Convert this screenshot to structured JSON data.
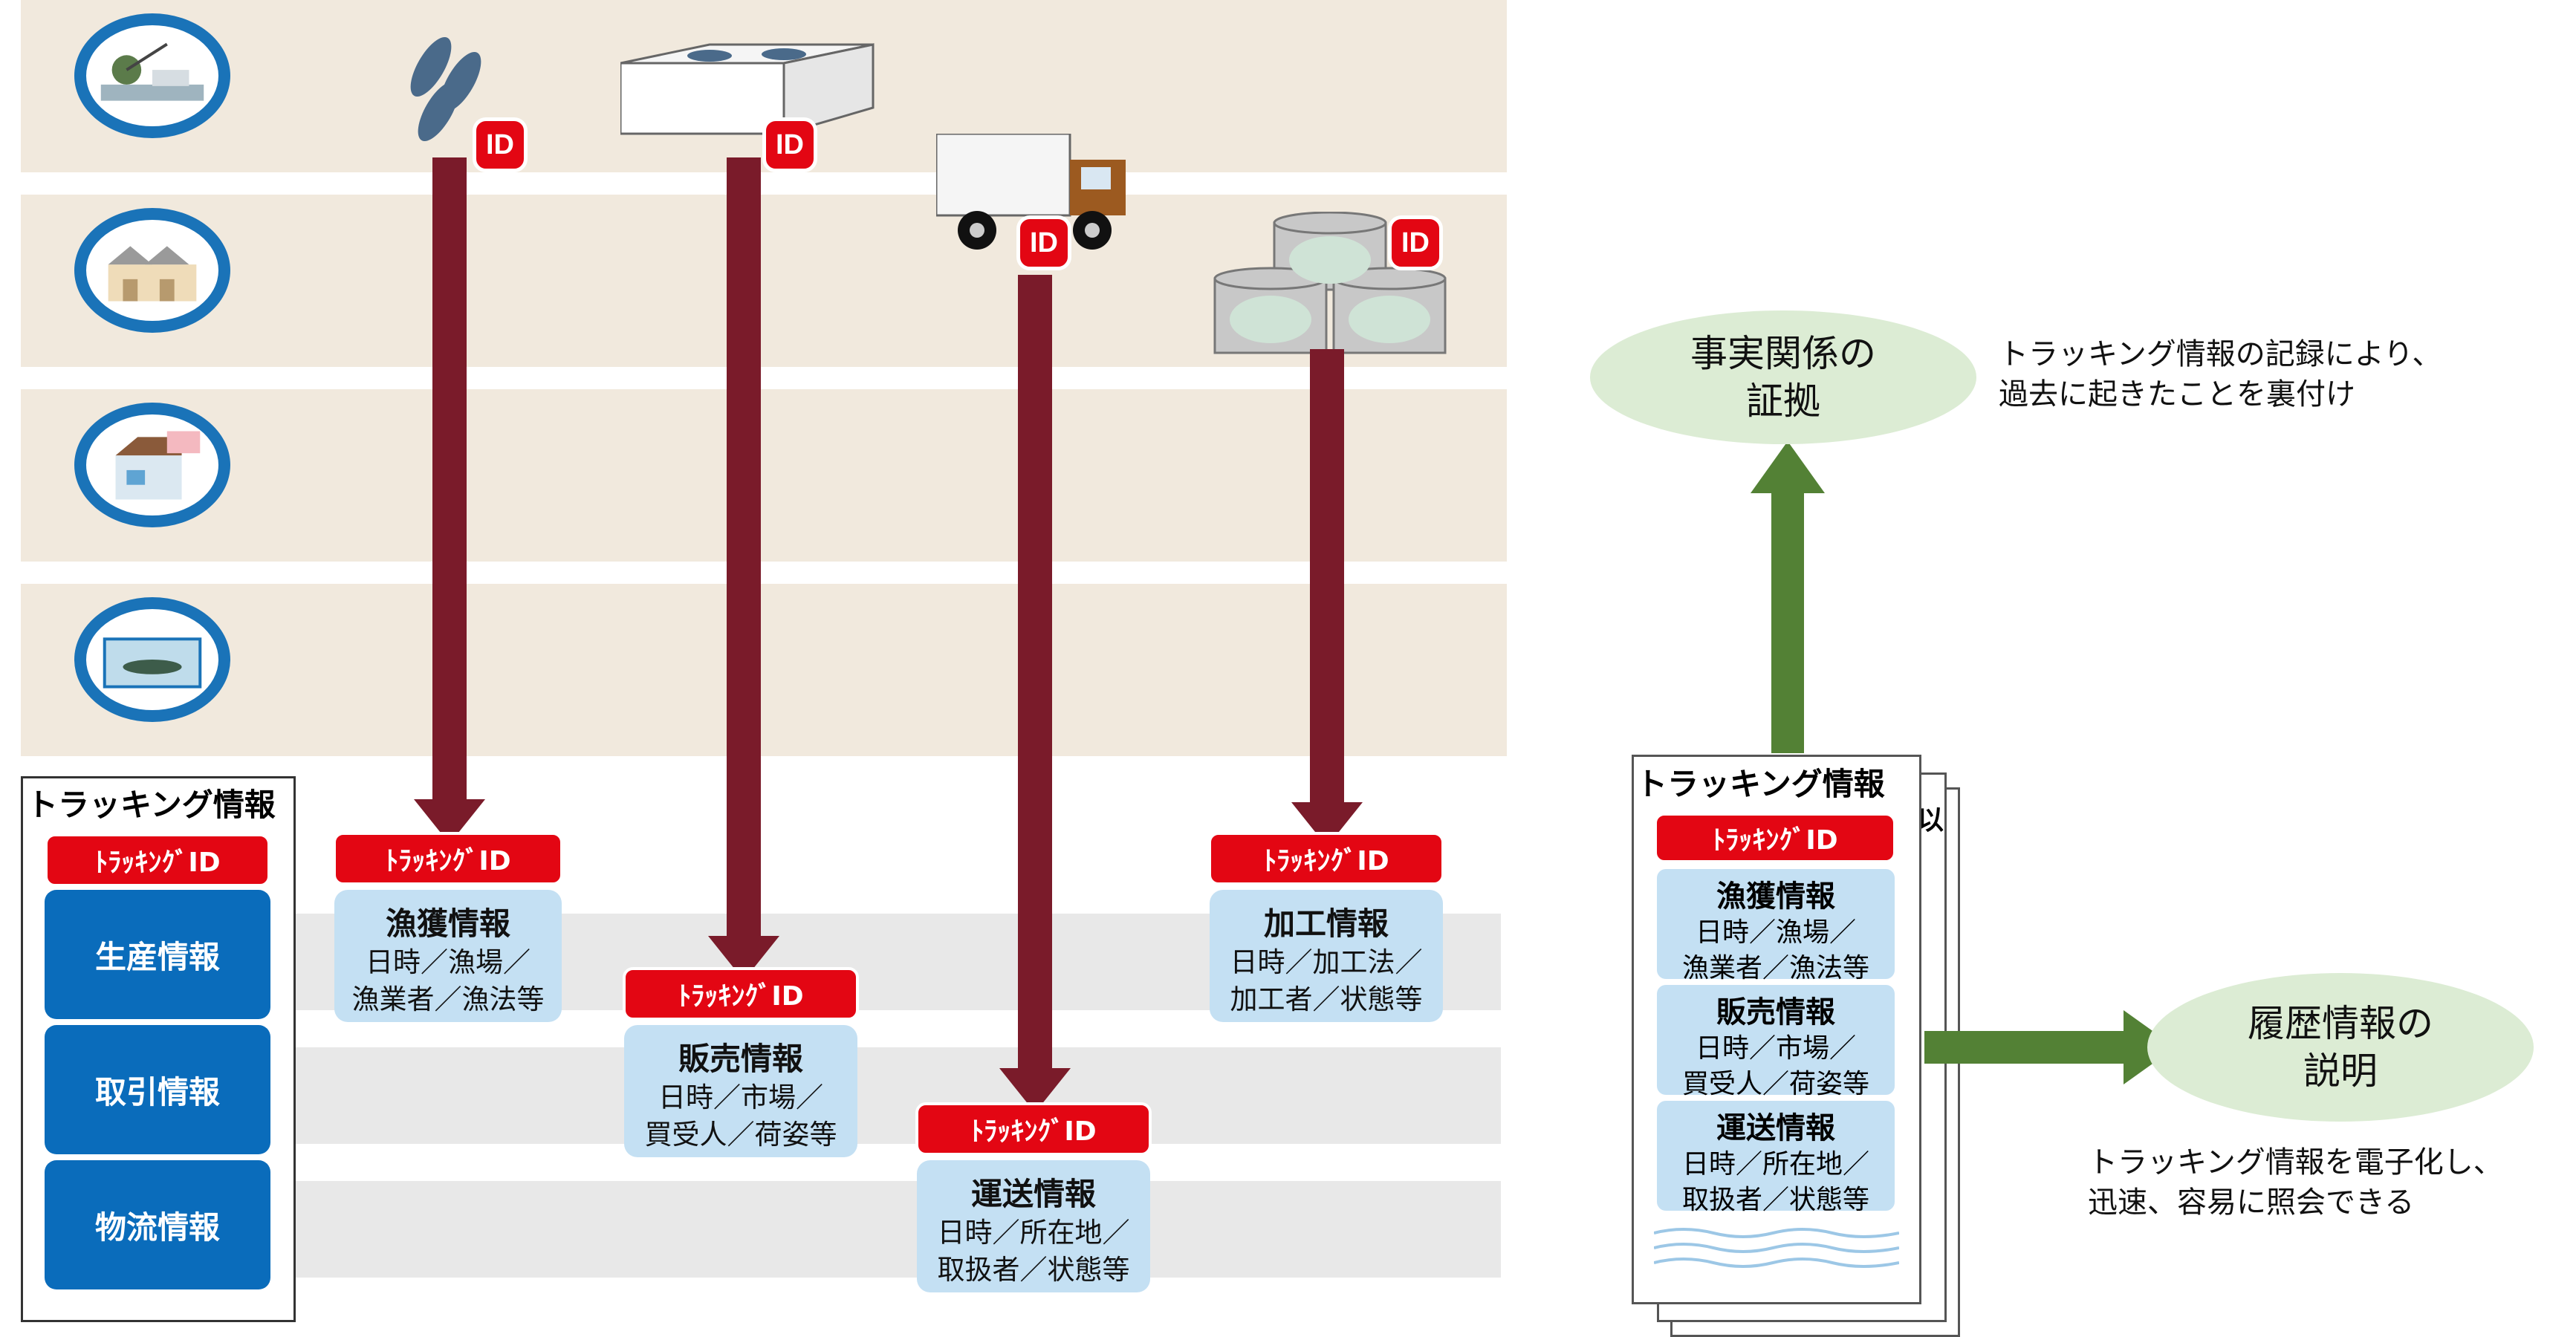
{
  "left_panel": {
    "title": "トラッキング情報",
    "id_label": "ﾄﾗｯｷﾝｸﾞID",
    "categories": [
      "生産情報",
      "取引情報",
      "物流情報"
    ]
  },
  "stages": [
    {
      "tracking_id": "ﾄﾗｯｷﾝｸﾞID",
      "title": "漁獲情報",
      "lines": [
        "日時／漁場／",
        "漁業者／漁法等"
      ]
    },
    {
      "tracking_id": "ﾄﾗｯｷﾝｸﾞID",
      "title": "販売情報",
      "lines": [
        "日時／市場／",
        "買受人／荷姿等"
      ]
    },
    {
      "tracking_id": "ﾄﾗｯｷﾝｸﾞID",
      "title": "運送情報",
      "lines": [
        "日時／所在地／",
        "取扱者／状態等"
      ]
    },
    {
      "tracking_id": "ﾄﾗｯｷﾝｸﾞID",
      "title": "加工情報",
      "lines": [
        "日時／加工法／",
        "加工者／状態等"
      ]
    }
  ],
  "id_badge": "ID",
  "document": {
    "title": "トラッキング情報",
    "back_tab": "以",
    "tracking_id": "ﾄﾗｯｷﾝｸﾞID",
    "sections": [
      {
        "title": "漁獲情報",
        "lines": [
          "日時／漁場／",
          "漁業者／漁法等"
        ]
      },
      {
        "title": "販売情報",
        "lines": [
          "日時／市場／",
          "買受人／荷姿等"
        ]
      },
      {
        "title": "運送情報",
        "lines": [
          "日時／所在地／",
          "取扱者／状態等"
        ]
      }
    ]
  },
  "outcomes": {
    "evidence": {
      "lines": [
        "事実関係の",
        "証拠"
      ],
      "note": [
        "トラッキング情報の記録により、",
        "過去に起きたことを裏付け"
      ]
    },
    "history": {
      "lines": [
        "履歴情報の",
        "説明"
      ],
      "note": [
        "トラッキング情報を電子化し、",
        "迅速、容易に照会できる"
      ]
    }
  },
  "icons": [
    "fishing-boat-icon",
    "market-building-icon",
    "shop-icon",
    "packaged-fish-icon",
    "fish-icon",
    "fish-box-icon",
    "truck-icon",
    "canned-fish-icon"
  ],
  "colors": {
    "arrow": "#7a1b2a",
    "id_red": "#e30613",
    "category_blue": "#0a6cbb",
    "info_blue": "#c4e0f3",
    "green_arrow": "#538135",
    "band": "#f1e9dd"
  }
}
